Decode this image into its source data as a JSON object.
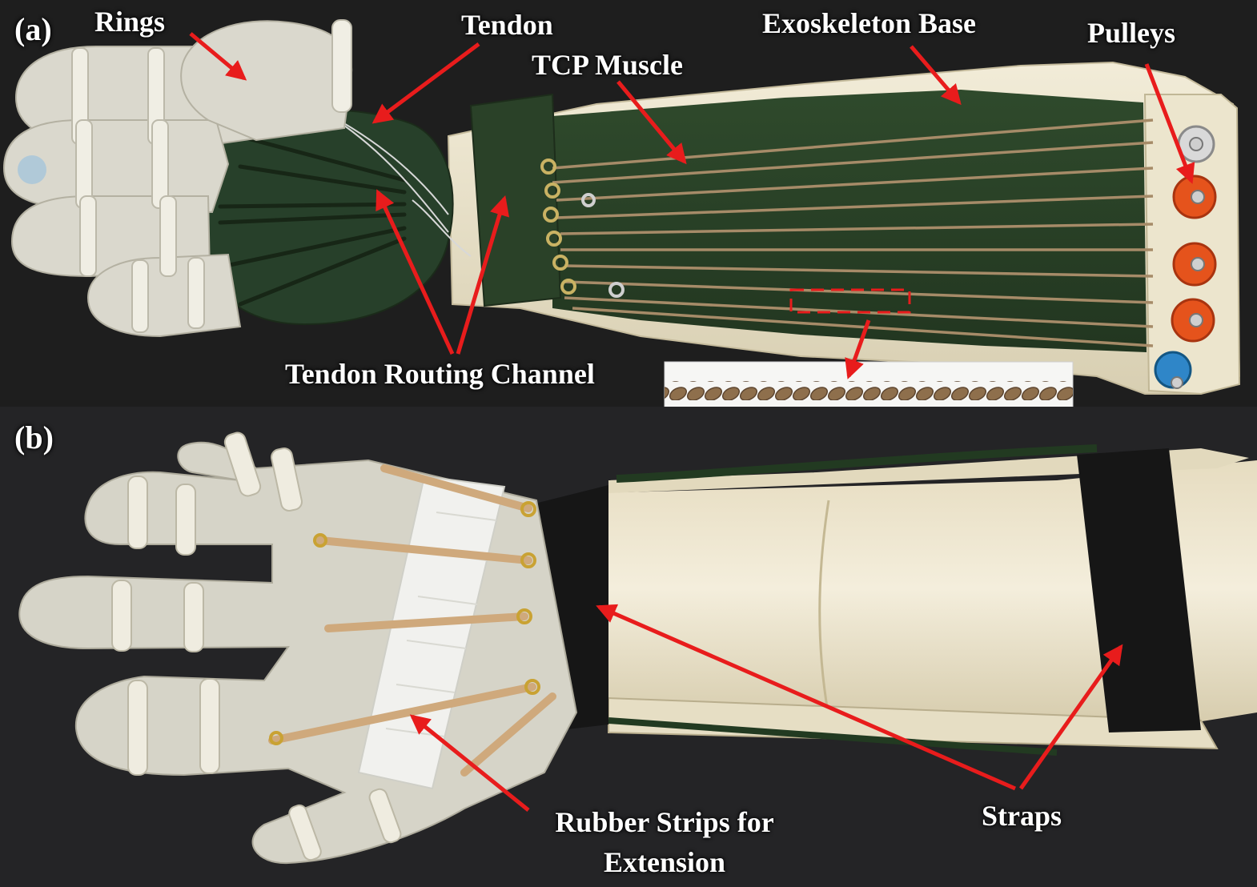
{
  "panels": {
    "a": {
      "label": "(a)"
    },
    "b": {
      "label": "(b)"
    }
  },
  "labels": {
    "rings": "Rings",
    "tendon": "Tendon",
    "tcp_muscle": "TCP Muscle",
    "exoskeleton_base": "Exoskeleton Base",
    "pulleys": "Pulleys",
    "tendon_routing_channel": "Tendon Routing Channel",
    "rubber_strips_line1": "Rubber Strips for",
    "rubber_strips_line2": "Extension",
    "straps": "Straps"
  },
  "colors": {
    "arrow": "#e81c1c",
    "fabric": "#2c4329",
    "base": "#ece4cc",
    "glove": "#d6d4c8",
    "pulley": "#e5531c",
    "pulley_blue": "#2f86c8",
    "muscle_thread": "#a68b68",
    "strap": "#161616"
  }
}
